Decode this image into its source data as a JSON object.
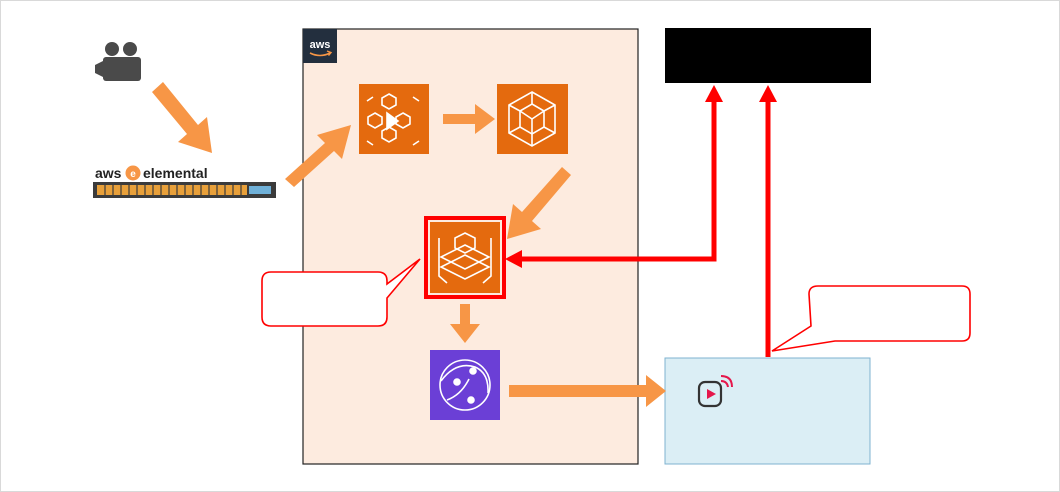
{
  "cloud_badge": {
    "label": "aws"
  },
  "appliance": {
    "brand_prefix": "aws",
    "brand_suffix": "elemental"
  },
  "colors": {
    "flow_arrow": "#f79646",
    "highlight": "#ff0000",
    "cloud_fill": "#fdebdf",
    "client_fill": "#dbeef5",
    "service_orange": "#e46a0e",
    "service_purple": "#6b3fd6",
    "black_panel": "#000000"
  },
  "icons": {
    "camera": "video-camera-icon",
    "medialive": "aws-elemental-medialive-icon",
    "mediapackage": "aws-elemental-mediapackage-icon",
    "mediatailor": "aws-elemental-mediatailor-icon",
    "cloudfront": "amazon-cloudfront-icon",
    "player": "streaming-player-icon"
  },
  "callouts": [
    {
      "id": "left",
      "text": ""
    },
    {
      "id": "right",
      "text": ""
    }
  ]
}
